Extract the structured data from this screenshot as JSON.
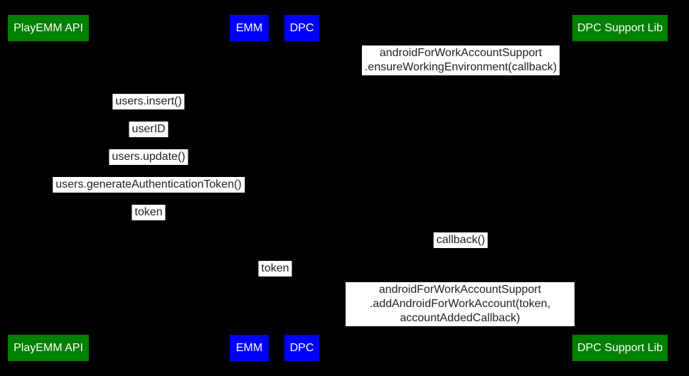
{
  "diagram": {
    "type": "sequence-diagram",
    "background": "#000000",
    "message_label_background": "#ffffff",
    "message_label_text_color": "#222222"
  },
  "actors": [
    {
      "label": "PlayEMM API",
      "color": "#008000"
    },
    {
      "label": "EMM",
      "color": "#0000ff"
    },
    {
      "label": "DPC",
      "color": "#0000ff"
    },
    {
      "label": "DPC Support Lib",
      "color": "#008000"
    }
  ],
  "messages": [
    {
      "text": "androidForWorkAccountSupport\n.ensureWorkingEnvironment(callback)"
    },
    {
      "text": "users.insert()"
    },
    {
      "text": "userID"
    },
    {
      "text": "users.update()"
    },
    {
      "text": "users.generateAuthenticationToken()"
    },
    {
      "text": "token"
    },
    {
      "text": "callback()"
    },
    {
      "text": "token"
    },
    {
      "text": "androidForWorkAccountSupport\n.addAndroidForWorkAccount(token, accountAddedCallback)"
    }
  ]
}
